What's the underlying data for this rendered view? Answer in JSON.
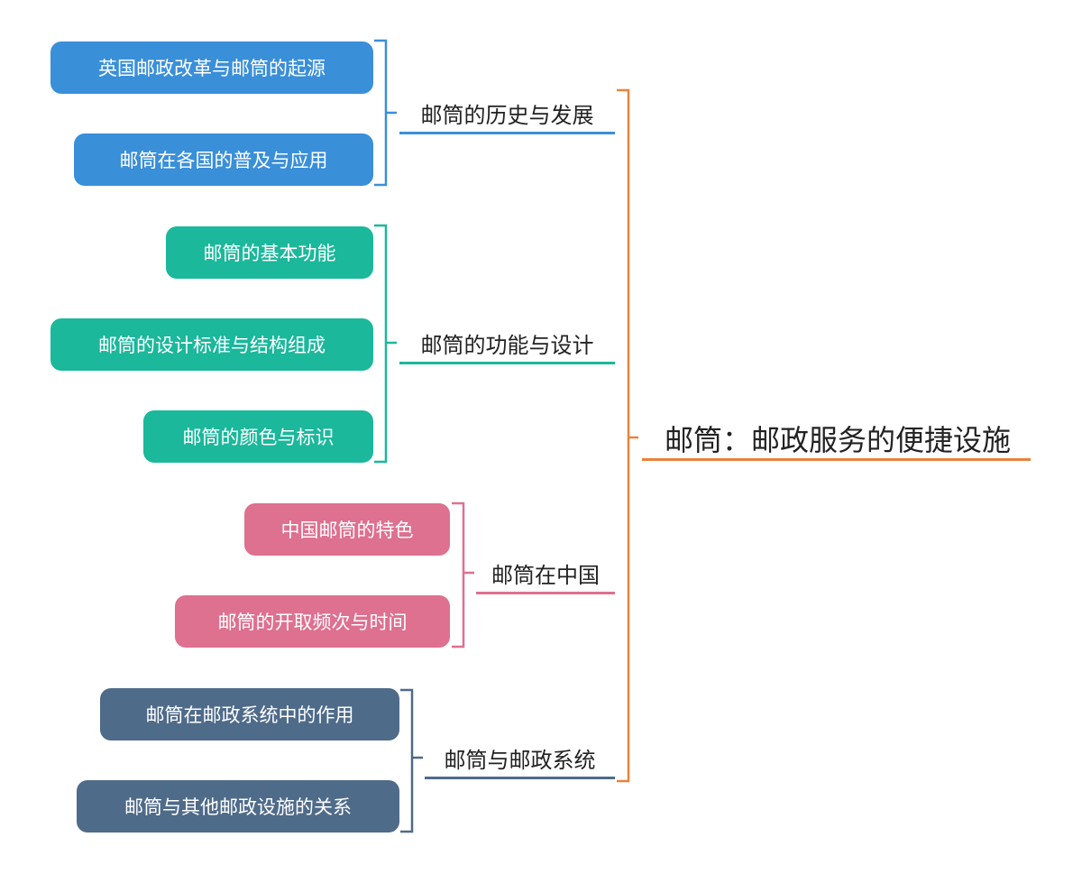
{
  "root": {
    "label": "邮筒：邮政服务的便捷设施",
    "color": "#E8833A"
  },
  "branches": [
    {
      "label": "邮筒的历史与发展",
      "color": "#3A8FD9",
      "children": [
        "英国邮政改革与邮筒的起源",
        "邮筒在各国的普及与应用"
      ]
    },
    {
      "label": "邮筒的功能与设计",
      "color": "#1BB89B",
      "children": [
        "邮筒的基本功能",
        "邮筒的设计标准与结构组成",
        "邮筒的颜色与标识"
      ]
    },
    {
      "label": "邮筒在中国",
      "color": "#DE7090",
      "children": [
        "中国邮筒的特色",
        "邮筒的开取频次与时间"
      ]
    },
    {
      "label": "邮筒与邮政系统",
      "color": "#4F6B8A",
      "children": [
        "邮筒在邮政系统中的作用",
        "邮筒与其他邮政设施的关系"
      ]
    }
  ]
}
